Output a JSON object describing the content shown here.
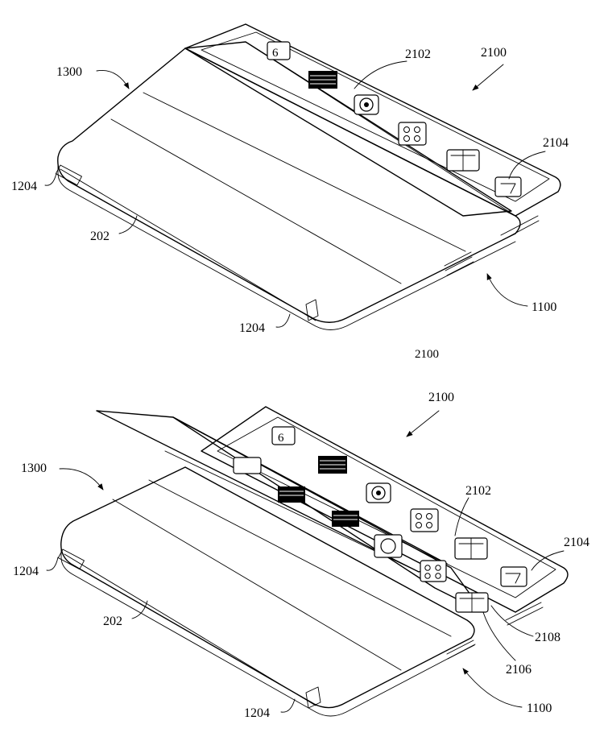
{
  "figures": [
    {
      "labels": {
        "cover": "1300",
        "display_assembly": "2100",
        "display": "2102",
        "corner_icon": "2104",
        "left_hinge": "1204",
        "edge": "202",
        "bottom_hinge": "1204",
        "device": "1100"
      }
    },
    {
      "caption": "2100",
      "labels": {
        "display_assembly": "2100",
        "cover": "1300",
        "display": "2102",
        "corner_icon": "2104",
        "left_hinge": "1204",
        "edge": "202",
        "icon_a": "2108",
        "icon_b": "2106",
        "bottom_hinge": "1204",
        "device": "1100"
      }
    }
  ],
  "icons": [
    "calendar-icon",
    "stripes-icon",
    "target-icon",
    "grid-icon",
    "window-icon",
    "dial-icon"
  ]
}
